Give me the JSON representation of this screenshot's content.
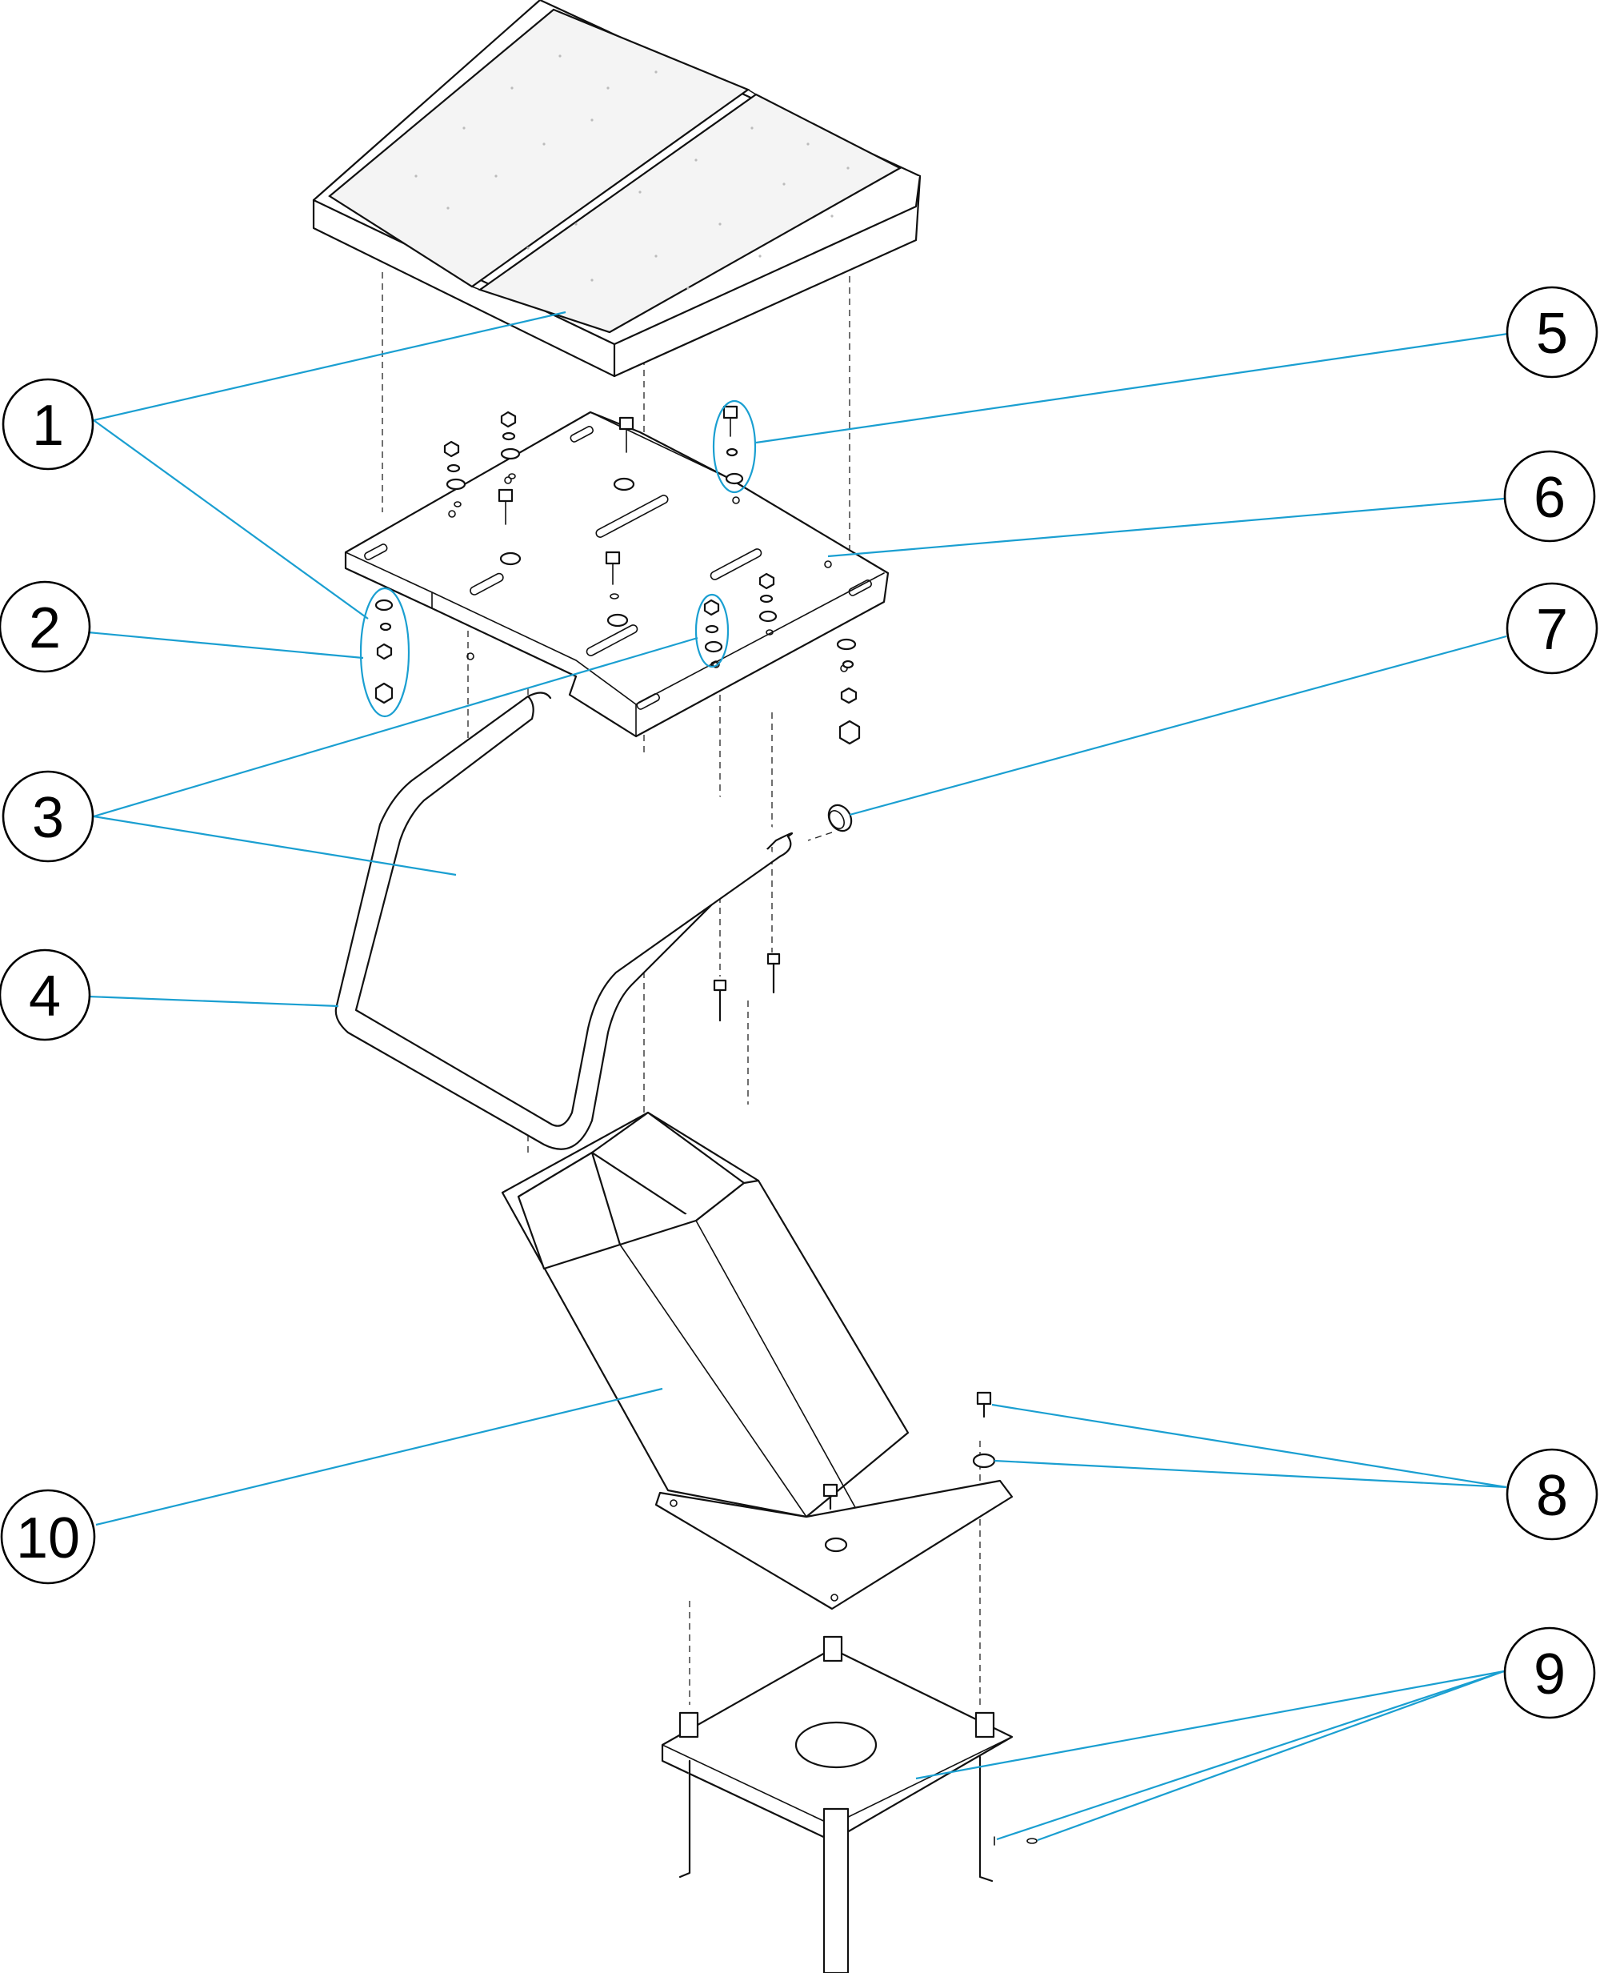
{
  "callouts": [
    {
      "number": "1"
    },
    {
      "number": "2"
    },
    {
      "number": "3"
    },
    {
      "number": "4"
    },
    {
      "number": "5"
    },
    {
      "number": "6"
    },
    {
      "number": "7"
    },
    {
      "number": "8"
    },
    {
      "number": "9"
    },
    {
      "number": "10"
    }
  ],
  "colors": {
    "leader": "#1a9fd1",
    "outline": "#111111",
    "background": "#ffffff"
  }
}
